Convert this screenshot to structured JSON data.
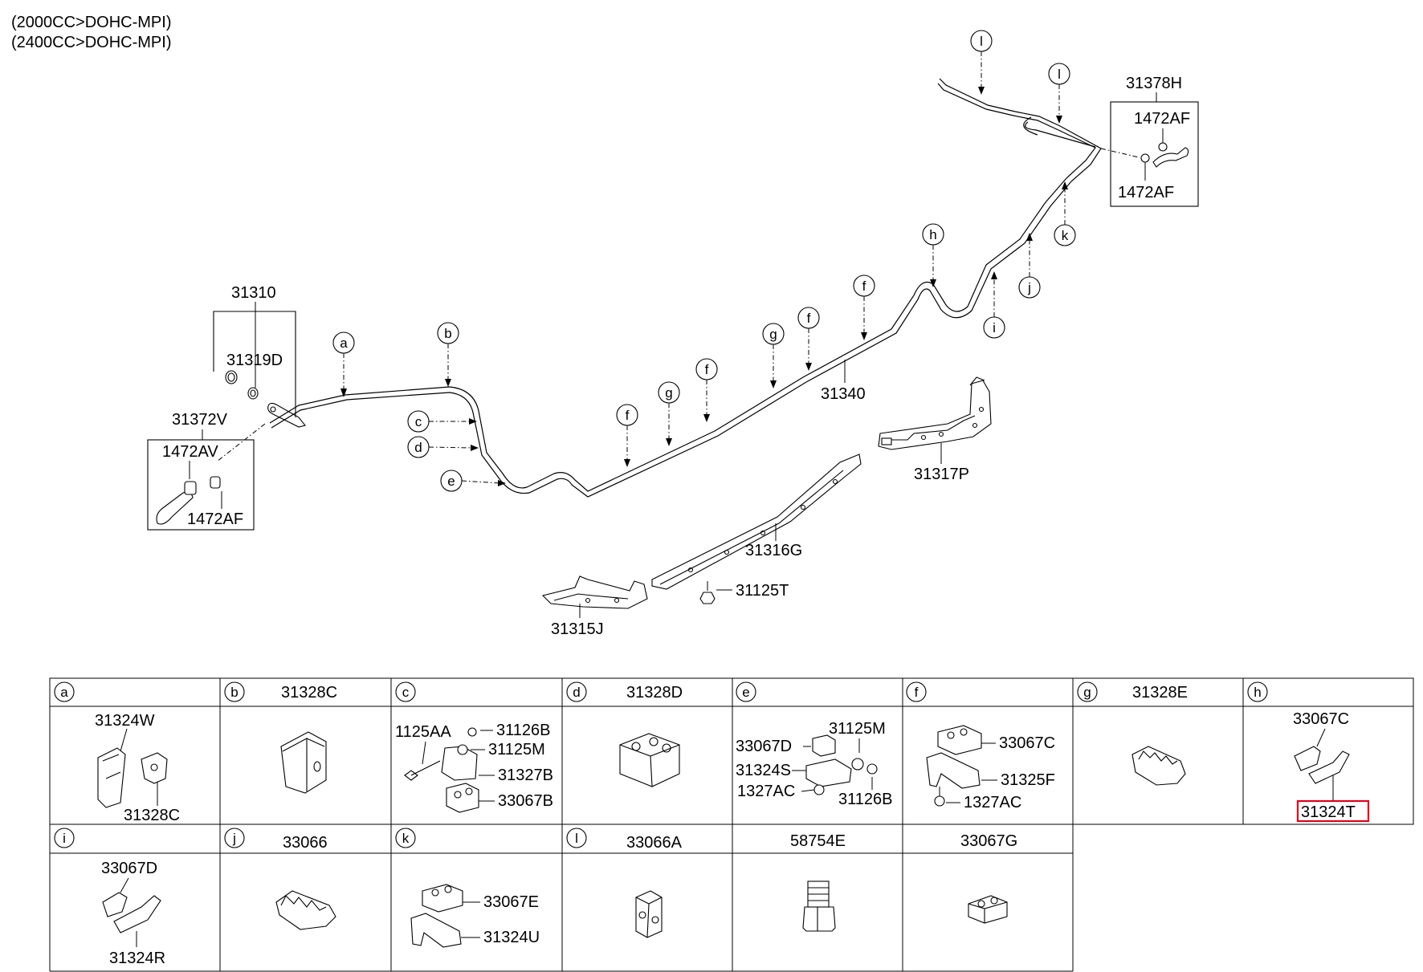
{
  "header": {
    "line1": "(2000CC>DOHC-MPI)",
    "line2": "(2400CC>DOHC-MPI)"
  },
  "diagram_labels": {
    "p31310": "31310",
    "p31319D": "31319D",
    "p31372V": "31372V",
    "p1472AV": "1472AV",
    "p1472AF_left": "1472AF",
    "p31378H": "31378H",
    "p1472AF_top": "1472AF",
    "p1472AF_bot": "1472AF",
    "p31340": "31340",
    "p31317P": "31317P",
    "p31316G": "31316G",
    "p31125T": "31125T",
    "p31315J": "31315J"
  },
  "callouts": {
    "a": "a",
    "b": "b",
    "c": "c",
    "d": "d",
    "e": "e",
    "f": "f",
    "g": "g",
    "h": "h",
    "i": "i",
    "j": "j",
    "k": "k",
    "l": "l"
  },
  "table": {
    "row1": [
      {
        "key": "a",
        "header": "",
        "labels": [
          "31324W",
          "31328C"
        ]
      },
      {
        "key": "b",
        "header": "31328C",
        "labels": []
      },
      {
        "key": "c",
        "header": "",
        "labels": [
          "1125AA",
          "31126B",
          "31125M",
          "31327B",
          "33067B"
        ]
      },
      {
        "key": "d",
        "header": "31328D",
        "labels": []
      },
      {
        "key": "e",
        "header": "",
        "labels": [
          "33067D",
          "31125M",
          "31324S",
          "1327AC",
          "31126B"
        ]
      },
      {
        "key": "f",
        "header": "",
        "labels": [
          "33067C",
          "31325F",
          "1327AC"
        ]
      },
      {
        "key": "g",
        "header": "31328E",
        "labels": []
      },
      {
        "key": "h",
        "header": "",
        "labels": [
          "33067C",
          "31324T"
        ]
      }
    ],
    "row2": [
      {
        "key": "i",
        "header": "",
        "labels": [
          "33067D",
          "31324R"
        ]
      },
      {
        "key": "j",
        "header": "33066",
        "labels": []
      },
      {
        "key": "k",
        "header": "",
        "labels": [
          "33067E",
          "31324U"
        ]
      },
      {
        "key": "l",
        "header": "33066A",
        "labels": []
      },
      {
        "key": "",
        "header": "58754E",
        "labels": []
      },
      {
        "key": "",
        "header": "33067G",
        "labels": []
      }
    ],
    "highlight_color": "#e0001a"
  }
}
